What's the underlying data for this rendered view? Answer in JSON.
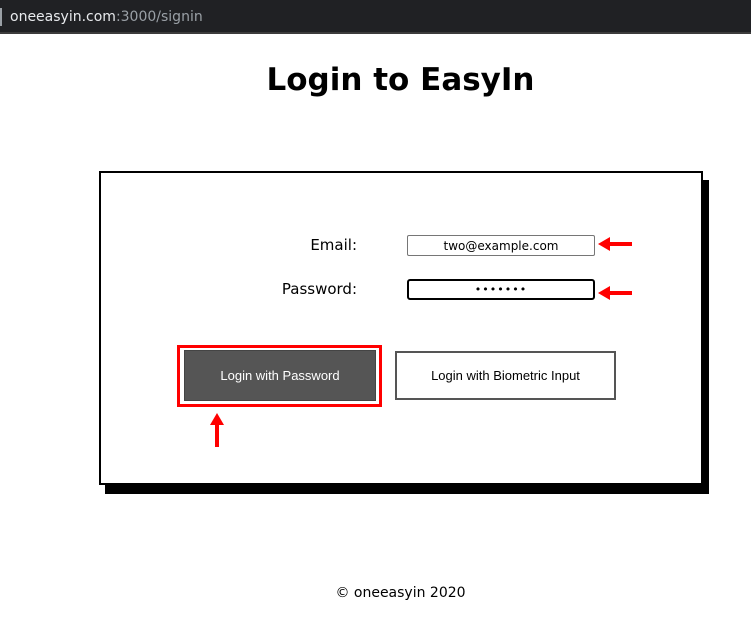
{
  "browser": {
    "url_host": "oneeasyin.com",
    "url_rest": ":3000/signin"
  },
  "page": {
    "title": "Login to EasyIn"
  },
  "form": {
    "email_label": "Email:",
    "email_value": "two@example.com",
    "password_label": "Password:",
    "password_value": "1234567"
  },
  "buttons": {
    "password_login": "Login with Password",
    "biometric_login": "Login with Biometric Input"
  },
  "footer": {
    "text": "© oneeasyin 2020"
  },
  "annotations": {
    "color": "#ff0000",
    "arrows": [
      "arrow-left-icon",
      "arrow-left-icon",
      "arrow-up-icon"
    ]
  }
}
